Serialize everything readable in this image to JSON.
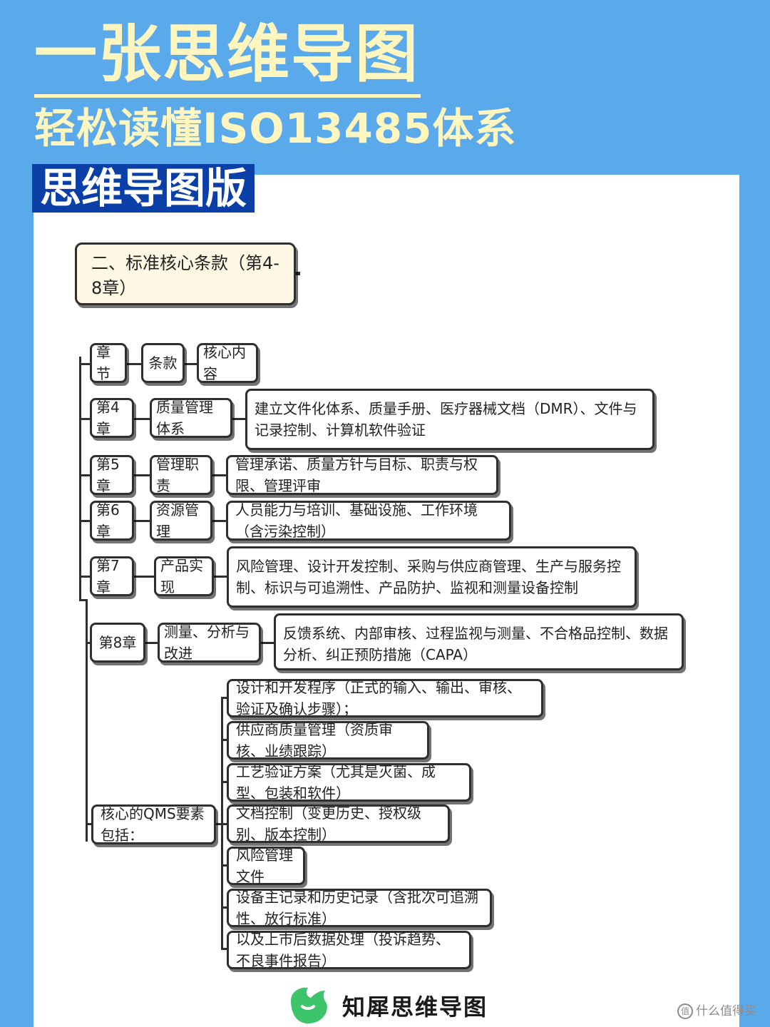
{
  "header": {
    "headline": "一张思维导图",
    "subhead": "轻松读懂ISO13485体系",
    "tag": "思维导图版"
  },
  "mindmap": {
    "root": "二、标准核心条款（第4-8章）",
    "table_header": {
      "chapter": "章节",
      "clause": "条款",
      "content": "核心内容"
    },
    "rows": [
      {
        "chapter": "第4章",
        "clause": "质量管理体系",
        "content": "建立文件化体系、质量手册、医疗器械文档（DMR）、文件与记录控制、计算机软件验证"
      },
      {
        "chapter": "第5章",
        "clause": "管理职责",
        "content": "管理承诺、质量方针与目标、职责与权限、管理评审"
      },
      {
        "chapter": "第6章",
        "clause": "资源管理",
        "content": "人员能力与培训、基础设施、工作环境（含污染控制）"
      },
      {
        "chapter": "第7章",
        "clause": "产品实现",
        "content": "风险管理、设计开发控制、采购与供应商管理、生产与服务控制、标识与可追溯性、产品防护、监视和测量设备控制"
      },
      {
        "chapter": "第8章",
        "clause": "测量、分析与改进",
        "content": "反馈系统、内部审核、过程监视与测量、不合格品控制、数据分析、纠正预防措施（CAPA）"
      }
    ],
    "qms": {
      "label": "核心的QMS要素包括：",
      "items": [
        "设计和开发程序（正式的输入、输出、审核、验证及确认步骤）；",
        "供应商质量管理（资质审核、业绩跟踪）",
        "工艺验证方案（尤其是灭菌、成型、包装和软件）",
        "文档控制（变更历史、授权级别、版本控制）",
        "风险管理文件",
        "设备主记录和历史记录（含批次可追溯性、放行标准）",
        "以及上市后数据处理（投诉趋势、不良事件报告）"
      ]
    }
  },
  "footer": {
    "brand": "知犀思维导图",
    "logo_icon": "rhino-logo-icon"
  },
  "watermark": {
    "icon_glyph": "值",
    "text": "什么值得买"
  },
  "colors": {
    "background": "#5aa9ea",
    "headline": "#fff6bf",
    "tag_background": "#0a3fa8",
    "root_fill": "#fdf7e3",
    "logo_green": "#3cc46b"
  }
}
